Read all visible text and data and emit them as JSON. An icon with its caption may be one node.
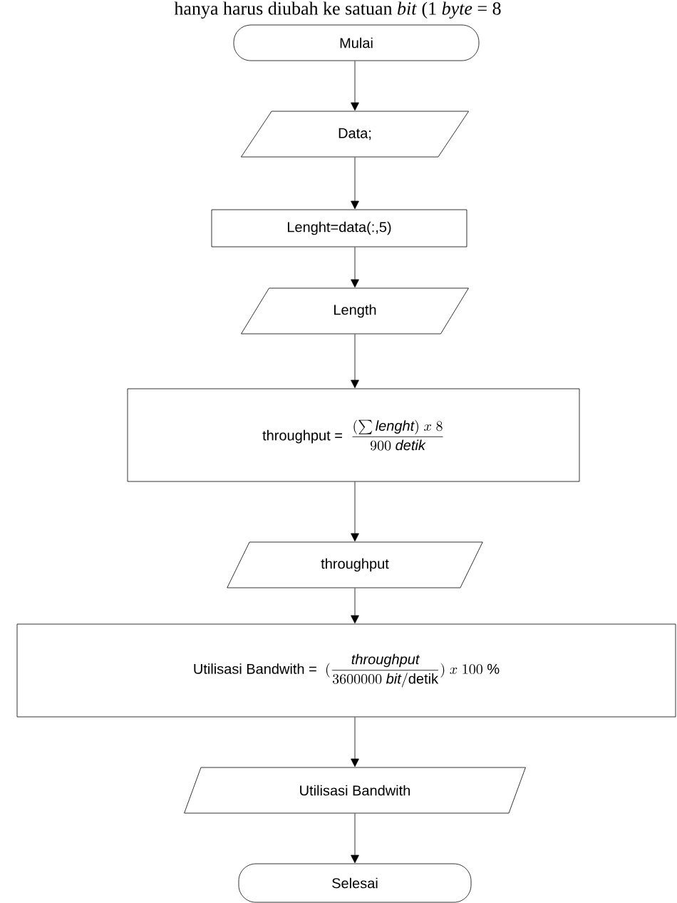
{
  "diagram": {
    "nodes": [
      {
        "text": [
          "Mulai"
        ]
      },
      {
        "text": [
          "Data;"
        ]
      },
      {
        "text": [
          "Lenght=data(:,5)"
        ]
      },
      {
        "text": [
          "Length"
        ]
      },
      {
        "text": [
          "throughput =",
          "\\frac{(\\sum \\mathit{lenght})\\ x\\ 8}{900\\ \\mathit{detik}}"
        ]
      },
      {
        "text": [
          "throughput"
        ]
      },
      {
        "text": [
          "Utilisasi Bandwith =",
          "(\\frac{\\mathit{throughput}}{3600000\\ \\mathit{bit}/\\mathrm{detik}})\\ x\\ 100\\ \\%"
        ]
      },
      {
        "text": [
          "Utilisasi Bandwith"
        ]
      },
      {
        "text": [
          "Selesai"
        ]
      }
    ],
    "edges": [
      {
        "from": 0,
        "to": 1,
        "arrow": "to"
      },
      {
        "from": 1,
        "to": 2,
        "arrow": "to"
      },
      {
        "from": 2,
        "to": 3,
        "arrow": "to"
      },
      {
        "from": 3,
        "to": 4,
        "arrow": "to"
      },
      {
        "from": 4,
        "to": 5,
        "arrow": "to"
      },
      {
        "from": 5,
        "to": 6,
        "arrow": "to"
      },
      {
        "from": 6,
        "to": 7,
        "arrow": "to"
      },
      {
        "from": 7,
        "to": 8,
        "arrow": "to"
      }
    ],
    "labels": [
      "hanya harus diubah ke satuan *bit* (1 *byte* = 8"
    ]
  }
}
